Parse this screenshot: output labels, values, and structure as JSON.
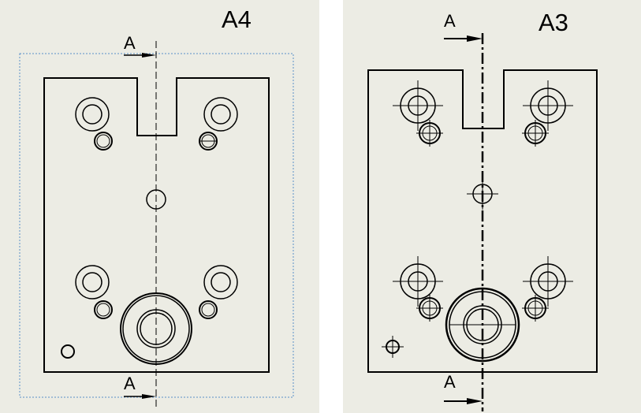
{
  "views": {
    "left": {
      "sheet_size": "A4",
      "section_label_top": "A",
      "section_label_bottom": "A"
    },
    "right": {
      "sheet_size": "A3",
      "section_label_top": "A",
      "section_label_bottom": "A"
    }
  },
  "colors": {
    "background": "#ecece4",
    "ink": "#000000",
    "view_boundary": "#5a8fc8"
  }
}
